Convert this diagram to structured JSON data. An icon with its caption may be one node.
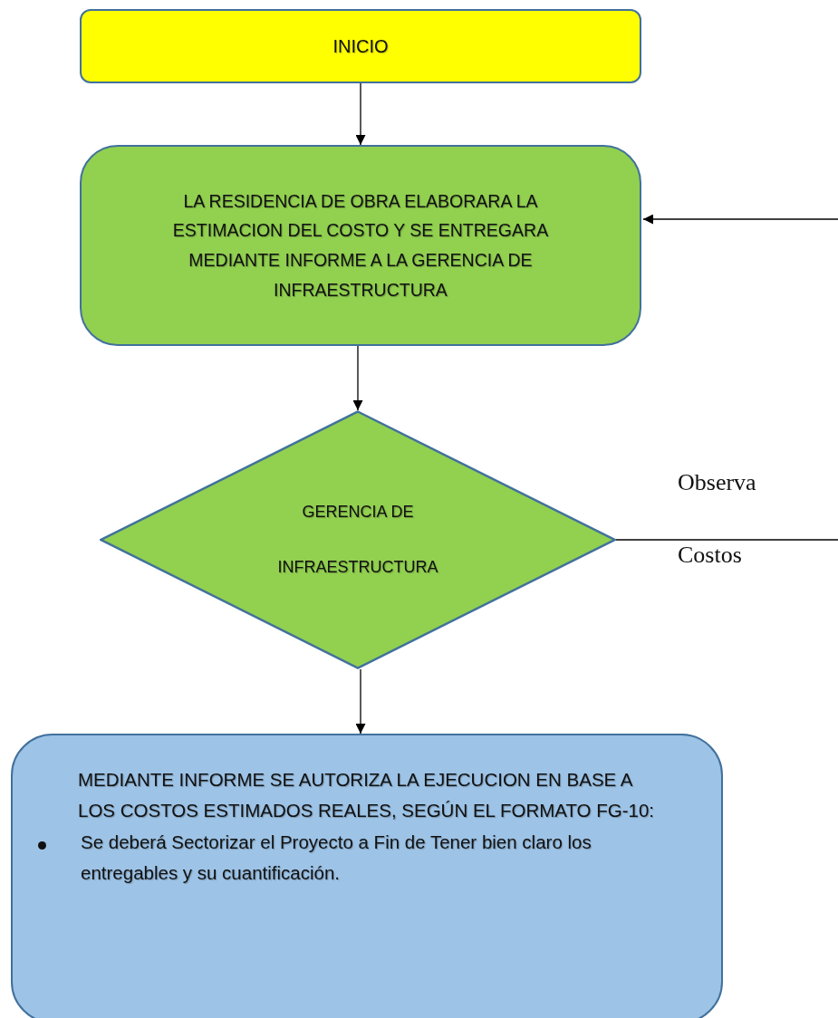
{
  "diagram": {
    "nodes": [
      {
        "text": [
          "INICIO"
        ]
      },
      {
        "text": [
          "LA RESIDENCIA DE OBRA ELABORARA LA ESTIMACION DEL COSTO Y SE ENTREGARA MEDIANTE INFORME A LA GERENCIA DE INFRAESTRUCTURA"
        ]
      },
      {
        "text": [
          "GERENCIA DE",
          "INFRAESTRUCTURA"
        ]
      },
      {
        "text": [
          "MEDIANTE INFORME SE AUTORIZA LA EJECUCION EN BASE A LOS COSTOS ESTIMADOS REALES, SEGÚN EL FORMATO FG-10:",
          "Se deberá Sectorizar el Proyecto a Fin de Tener bien claro los entregables y su cuantificación."
        ]
      }
    ],
    "edges": [
      {
        "from": 0,
        "to": 1,
        "arrow": "to"
      },
      {
        "from": 1,
        "to": 2,
        "arrow": "to"
      },
      {
        "from": 2,
        "to": 3,
        "arrow": "to"
      },
      {
        "from": 2,
        "to": null,
        "arrow": "none"
      },
      {
        "from": null,
        "to": 1,
        "arrow": "to"
      }
    ],
    "labels": [
      "Observa",
      "Costos"
    ]
  }
}
